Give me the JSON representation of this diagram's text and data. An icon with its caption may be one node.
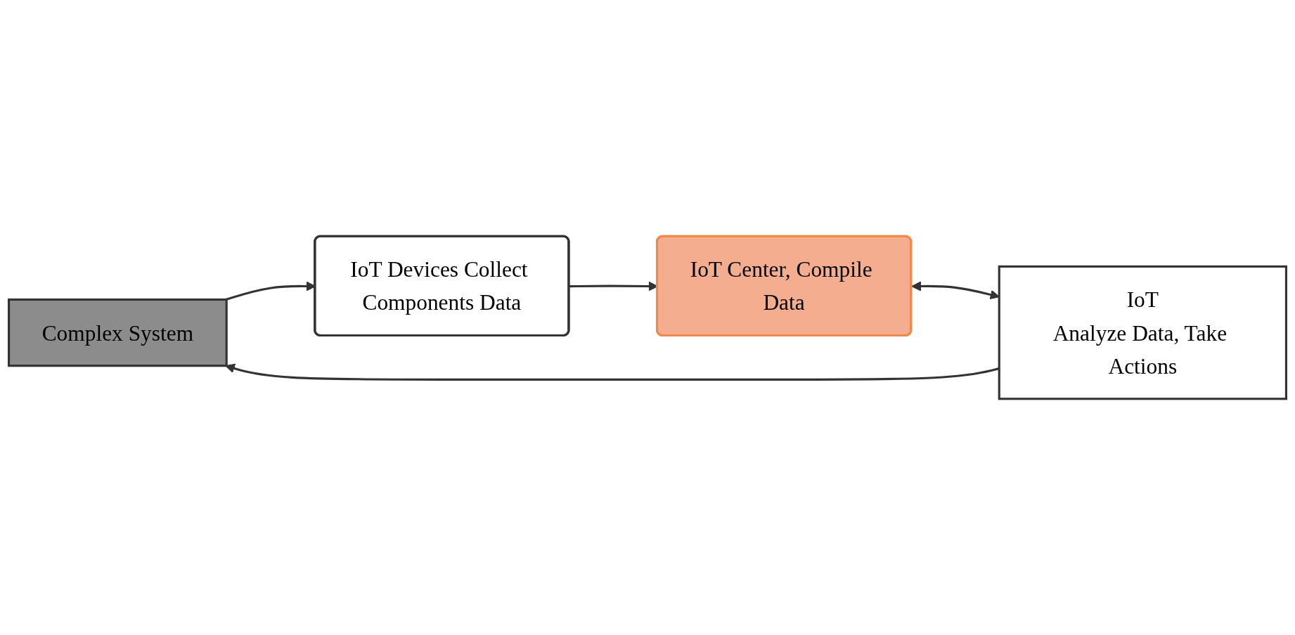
{
  "diagram": {
    "nodes": [
      {
        "text": [
          "Complex System"
        ]
      },
      {
        "text": [
          "IoT Devices Collect Components Data"
        ]
      },
      {
        "text": [
          "IoT Center, Compile Data"
        ]
      },
      {
        "text": [
          "IoT",
          "Analyze Data, Take Actions"
        ]
      }
    ],
    "edges": [
      {
        "from": 0,
        "to": 1,
        "arrow": "to"
      },
      {
        "from": 1,
        "to": 2,
        "arrow": "to"
      },
      {
        "from": 2,
        "to": 3,
        "arrow": "both"
      },
      {
        "from": 3,
        "to": 0,
        "arrow": "to"
      }
    ]
  }
}
